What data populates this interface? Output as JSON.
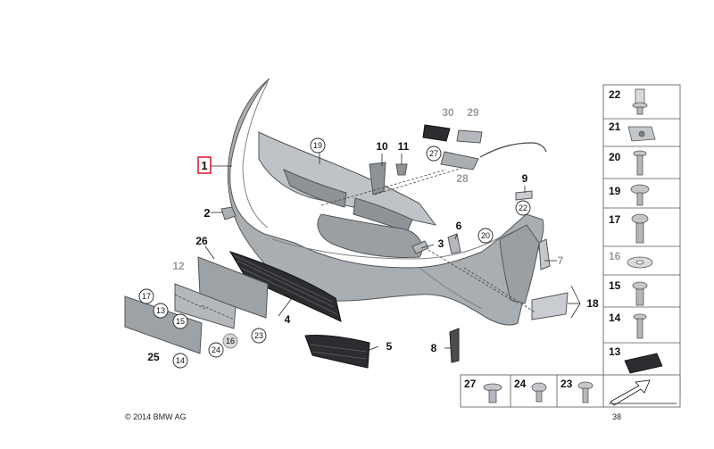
{
  "diagram": {
    "callouts": {
      "c1": "1",
      "c2": "2",
      "c3": "3",
      "c4": "4",
      "c5": "5",
      "c6": "6",
      "c7": "7",
      "c8": "8",
      "c9": "9",
      "c10": "10",
      "c11": "11",
      "c12": "12",
      "c18": "18",
      "c25": "25",
      "c26": "26",
      "c28": "28",
      "c29": "29",
      "c30": "30"
    },
    "circled": {
      "k13": "13",
      "k14": "14",
      "k15": "15",
      "k16": "16",
      "k17": "17",
      "k19": "19",
      "k20": "20",
      "k22": "22",
      "k23": "23",
      "k24": "24",
      "k27": "27"
    },
    "table_right": [
      "22",
      "21",
      "20",
      "19",
      "17",
      "16",
      "15",
      "14",
      "13"
    ],
    "table_bottom": [
      "27",
      "24",
      "23"
    ],
    "copyright": "© 2014 BMW AG",
    "page_number": "38"
  }
}
